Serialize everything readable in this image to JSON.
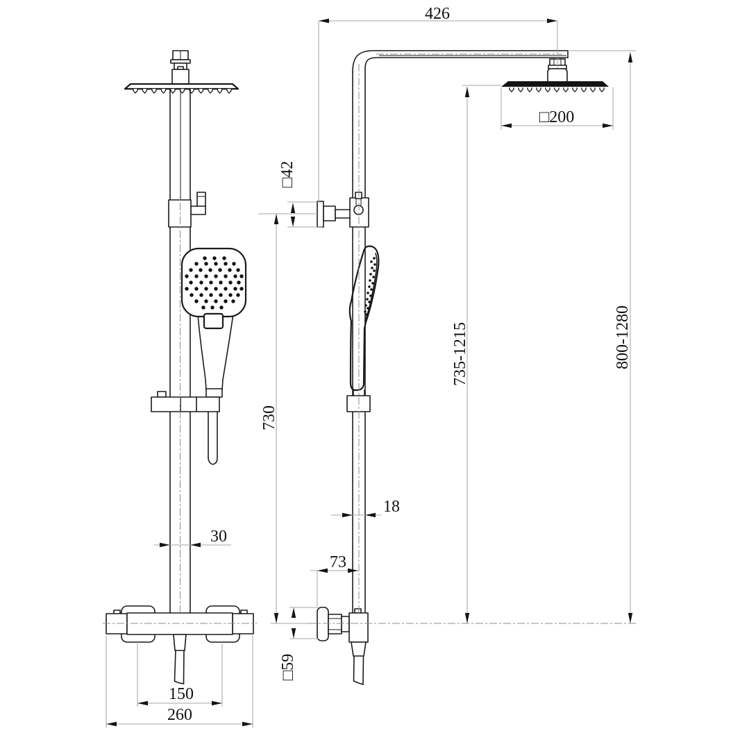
{
  "meta": {
    "background": "#ffffff",
    "line_color": "#1a1a1a",
    "dim_line_color": "#a6a6a6",
    "text_color": "#111111"
  },
  "dims": {
    "arm_reach": "426",
    "head_size": "□200",
    "wall_plate_size": "□42",
    "overall_height": "800-1280",
    "head_to_valve_height": "735-1215",
    "bracket_to_valve_height": "730",
    "riser_pipe_width": "18",
    "wall_offset": "73",
    "valve_trim_size": "□59",
    "column_pipe_width": "30",
    "inlet_spacing": "150",
    "valve_body_width": "260"
  }
}
